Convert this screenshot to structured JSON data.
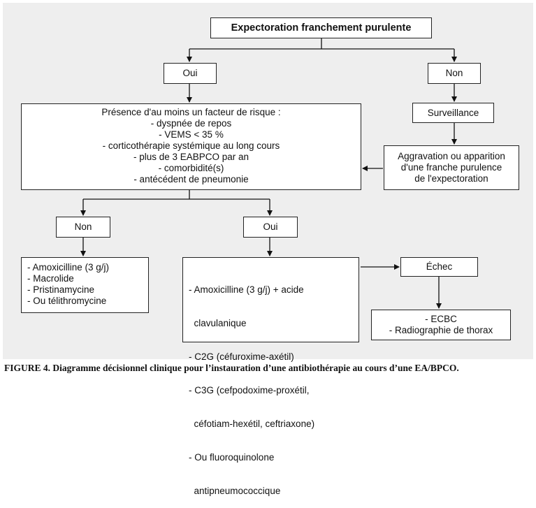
{
  "diagram": {
    "top": "Expectoration franchement purulente",
    "oui_top": "Oui",
    "non_top": "Non",
    "surveillance": "Surveillance",
    "aggravation": [
      "Aggravation ou apparition",
      "d'une franche purulence",
      "de l'expectoration"
    ],
    "risk_factors": [
      "Présence d'au moins un facteur de risque :",
      "- dyspnée de repos",
      "- VEMS < 35 %",
      "- corticothérapie systémique au long cours",
      "- plus de 3 EABPCO par an",
      "- comorbidité(s)",
      "- antécédent de pneumonie"
    ],
    "non_mid": "Non",
    "oui_mid": "Oui",
    "treatment_simple": [
      "- Amoxicilline (3 g/j)",
      "- Macrolide",
      "- Pristinamycine",
      "- Ou télithromycine"
    ],
    "treatment_complex": [
      "- Amoxicilline (3 g/j) + acide",
      "  clavulanique",
      "- C2G (céfuroxime-axétil)",
      "- C3G (cefpodoxime-proxétil,",
      "  céfotiam-hexétil, ceftriaxone)",
      "- Ou fluoroquinolone",
      "  antipneumococcique"
    ],
    "echec": "Échec",
    "after_echec": [
      "- ECBC",
      "- Radiographie de thorax"
    ]
  },
  "caption": "FIGURE 4. Diagramme décisionnel clinique pour l’instauration d’une antibiothérapie au cours d’une EA/BPCO."
}
